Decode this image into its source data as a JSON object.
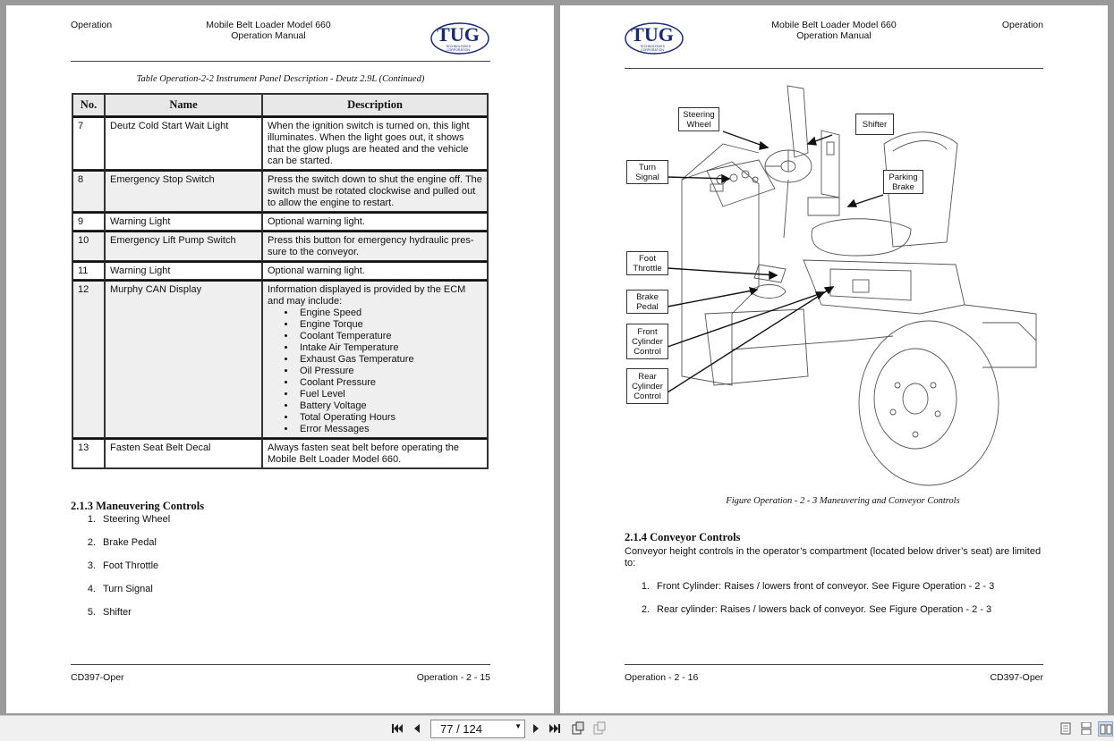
{
  "left_page": {
    "header": {
      "section": "Operation",
      "title_line1": "Mobile Belt Loader Model 660",
      "title_line2": "Operation Manual"
    },
    "logo": {
      "text": "TUG",
      "subtext": "TECHNOLOGIES CORPORATION",
      "color": "#1a2a7a"
    },
    "table_caption": "Table Operation-2-2  Instrument Panel Description - Deutz 2.9L (Continued)",
    "table": {
      "headers": [
        "No.",
        "Name",
        "Description"
      ],
      "rows": [
        {
          "no": "7",
          "name": "Deutz Cold Start Wait Light",
          "desc": "When the ignition switch is turned on, this light illuminates. When the light goes out, it shows that the glow plugs are heated and the vehicle can be started."
        },
        {
          "no": "8",
          "name": "Emergency Stop Switch",
          "desc": "Press the switch down to shut the engine off. The switch must be rotated clockwise and pulled out to allow the engine to restart."
        },
        {
          "no": "9",
          "name": "Warning Light",
          "desc": "Optional warning light."
        },
        {
          "no": "10",
          "name": "Emergency Lift Pump Switch",
          "desc": "Press this button for emergency hydraulic pres-sure to the conveyor."
        },
        {
          "no": "11",
          "name": "Warning Light",
          "desc": "Optional warning light."
        },
        {
          "no": "12",
          "name": "Murphy CAN Display",
          "desc": "Information displayed is provided by the ECM and may include:",
          "bullets": [
            "Engine Speed",
            "Engine Torque",
            "Coolant Temperature",
            "Intake Air Temperature",
            "Exhaust Gas Temperature",
            "Oil Pressure",
            "Coolant Pressure",
            "Fuel Level",
            "Battery Voltage",
            "Total Operating Hours",
            "Error Messages"
          ]
        },
        {
          "no": "13",
          "name": "Fasten Seat Belt Decal",
          "desc": "Always fasten seat belt before operating the Mobile Belt Loader Model 660."
        }
      ]
    },
    "section_heading": "2.1.3 Maneuvering Controls",
    "list": [
      {
        "num": "1.",
        "text": "Steering Wheel"
      },
      {
        "num": "2.",
        "text": "Brake Pedal"
      },
      {
        "num": "3.",
        "text": "Foot Throttle"
      },
      {
        "num": "4.",
        "text": "Turn Signal"
      },
      {
        "num": "5.",
        "text": "Shifter"
      }
    ],
    "footer": {
      "left": "CD397-Oper",
      "right": "Operation - 2 - 15"
    }
  },
  "right_page": {
    "header": {
      "section": "Operation",
      "title_line1": "Mobile Belt Loader Model 660",
      "title_line2": "Operation Manual"
    },
    "callouts": {
      "steering_wheel": "Steering Wheel",
      "shifter": "Shifter",
      "turn_signal": "Turn Signal",
      "parking_brake": "Parking Brake",
      "foot_throttle": "Foot Throttle",
      "brake_pedal": "Brake Pedal",
      "front_cylinder": "Front Cylinder Control",
      "rear_cylinder": "Rear Cylinder Control"
    },
    "figure_caption": "Figure Operation - 2 - 3 Maneuvering and Conveyor Controls",
    "section_heading": "2.1.4 Conveyor Controls",
    "paragraph": "Conveyor height controls in the operator’s compartment (located below driver’s seat) are limited to:",
    "list": [
      {
        "num": "1.",
        "text": "Front Cylinder: Raises / lowers front of conveyor. See Figure Operation - 2 - 3"
      },
      {
        "num": "2.",
        "text": "Rear cylinder: Raises / lowers back of conveyor. See Figure Operation - 2 - 3"
      }
    ],
    "footer": {
      "left": "Operation - 2 - 16",
      "right": "CD397-Oper"
    }
  },
  "toolbar": {
    "page_indicator": "77 / 124",
    "icons": [
      "first-page-icon",
      "prev-page-icon",
      "next-page-icon",
      "last-page-icon",
      "rotate-icon",
      "fit-icon",
      "single-page-icon",
      "continuous-icon",
      "two-page-icon"
    ]
  }
}
